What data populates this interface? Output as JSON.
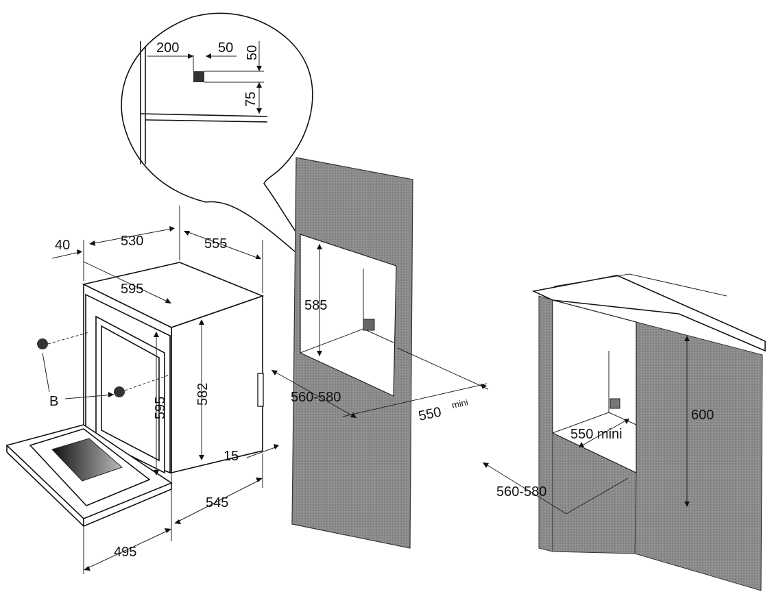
{
  "labels": {
    "inset_200": "200",
    "inset_50_h": "50",
    "inset_50_v": "50",
    "inset_75": "75",
    "d40": "40",
    "d530": "530",
    "d555": "555",
    "d595_top": "595",
    "d585": "585",
    "d582": "582",
    "d595_side": "595",
    "b_label": "B",
    "d560_580_wall": "560-580",
    "d550": "550",
    "mini_wall": "mini",
    "d15": "15",
    "d545": "545",
    "d495": "495",
    "d600": "600",
    "d550_mini_cab": "550 mini",
    "d560_580_cab": "560-580"
  },
  "colors": {
    "line": "#111111",
    "wall": "#8f8f8f",
    "background": "#ffffff"
  }
}
